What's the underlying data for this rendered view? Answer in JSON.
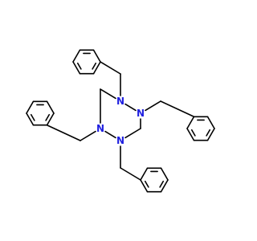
{
  "molecule": {
    "atom_labels": {
      "n1": "N",
      "n2": "N",
      "n3": "N",
      "n4": "N"
    },
    "colors": {
      "bond": "#000000",
      "nitrogen": "#2020e0",
      "background": "#ffffff"
    }
  }
}
